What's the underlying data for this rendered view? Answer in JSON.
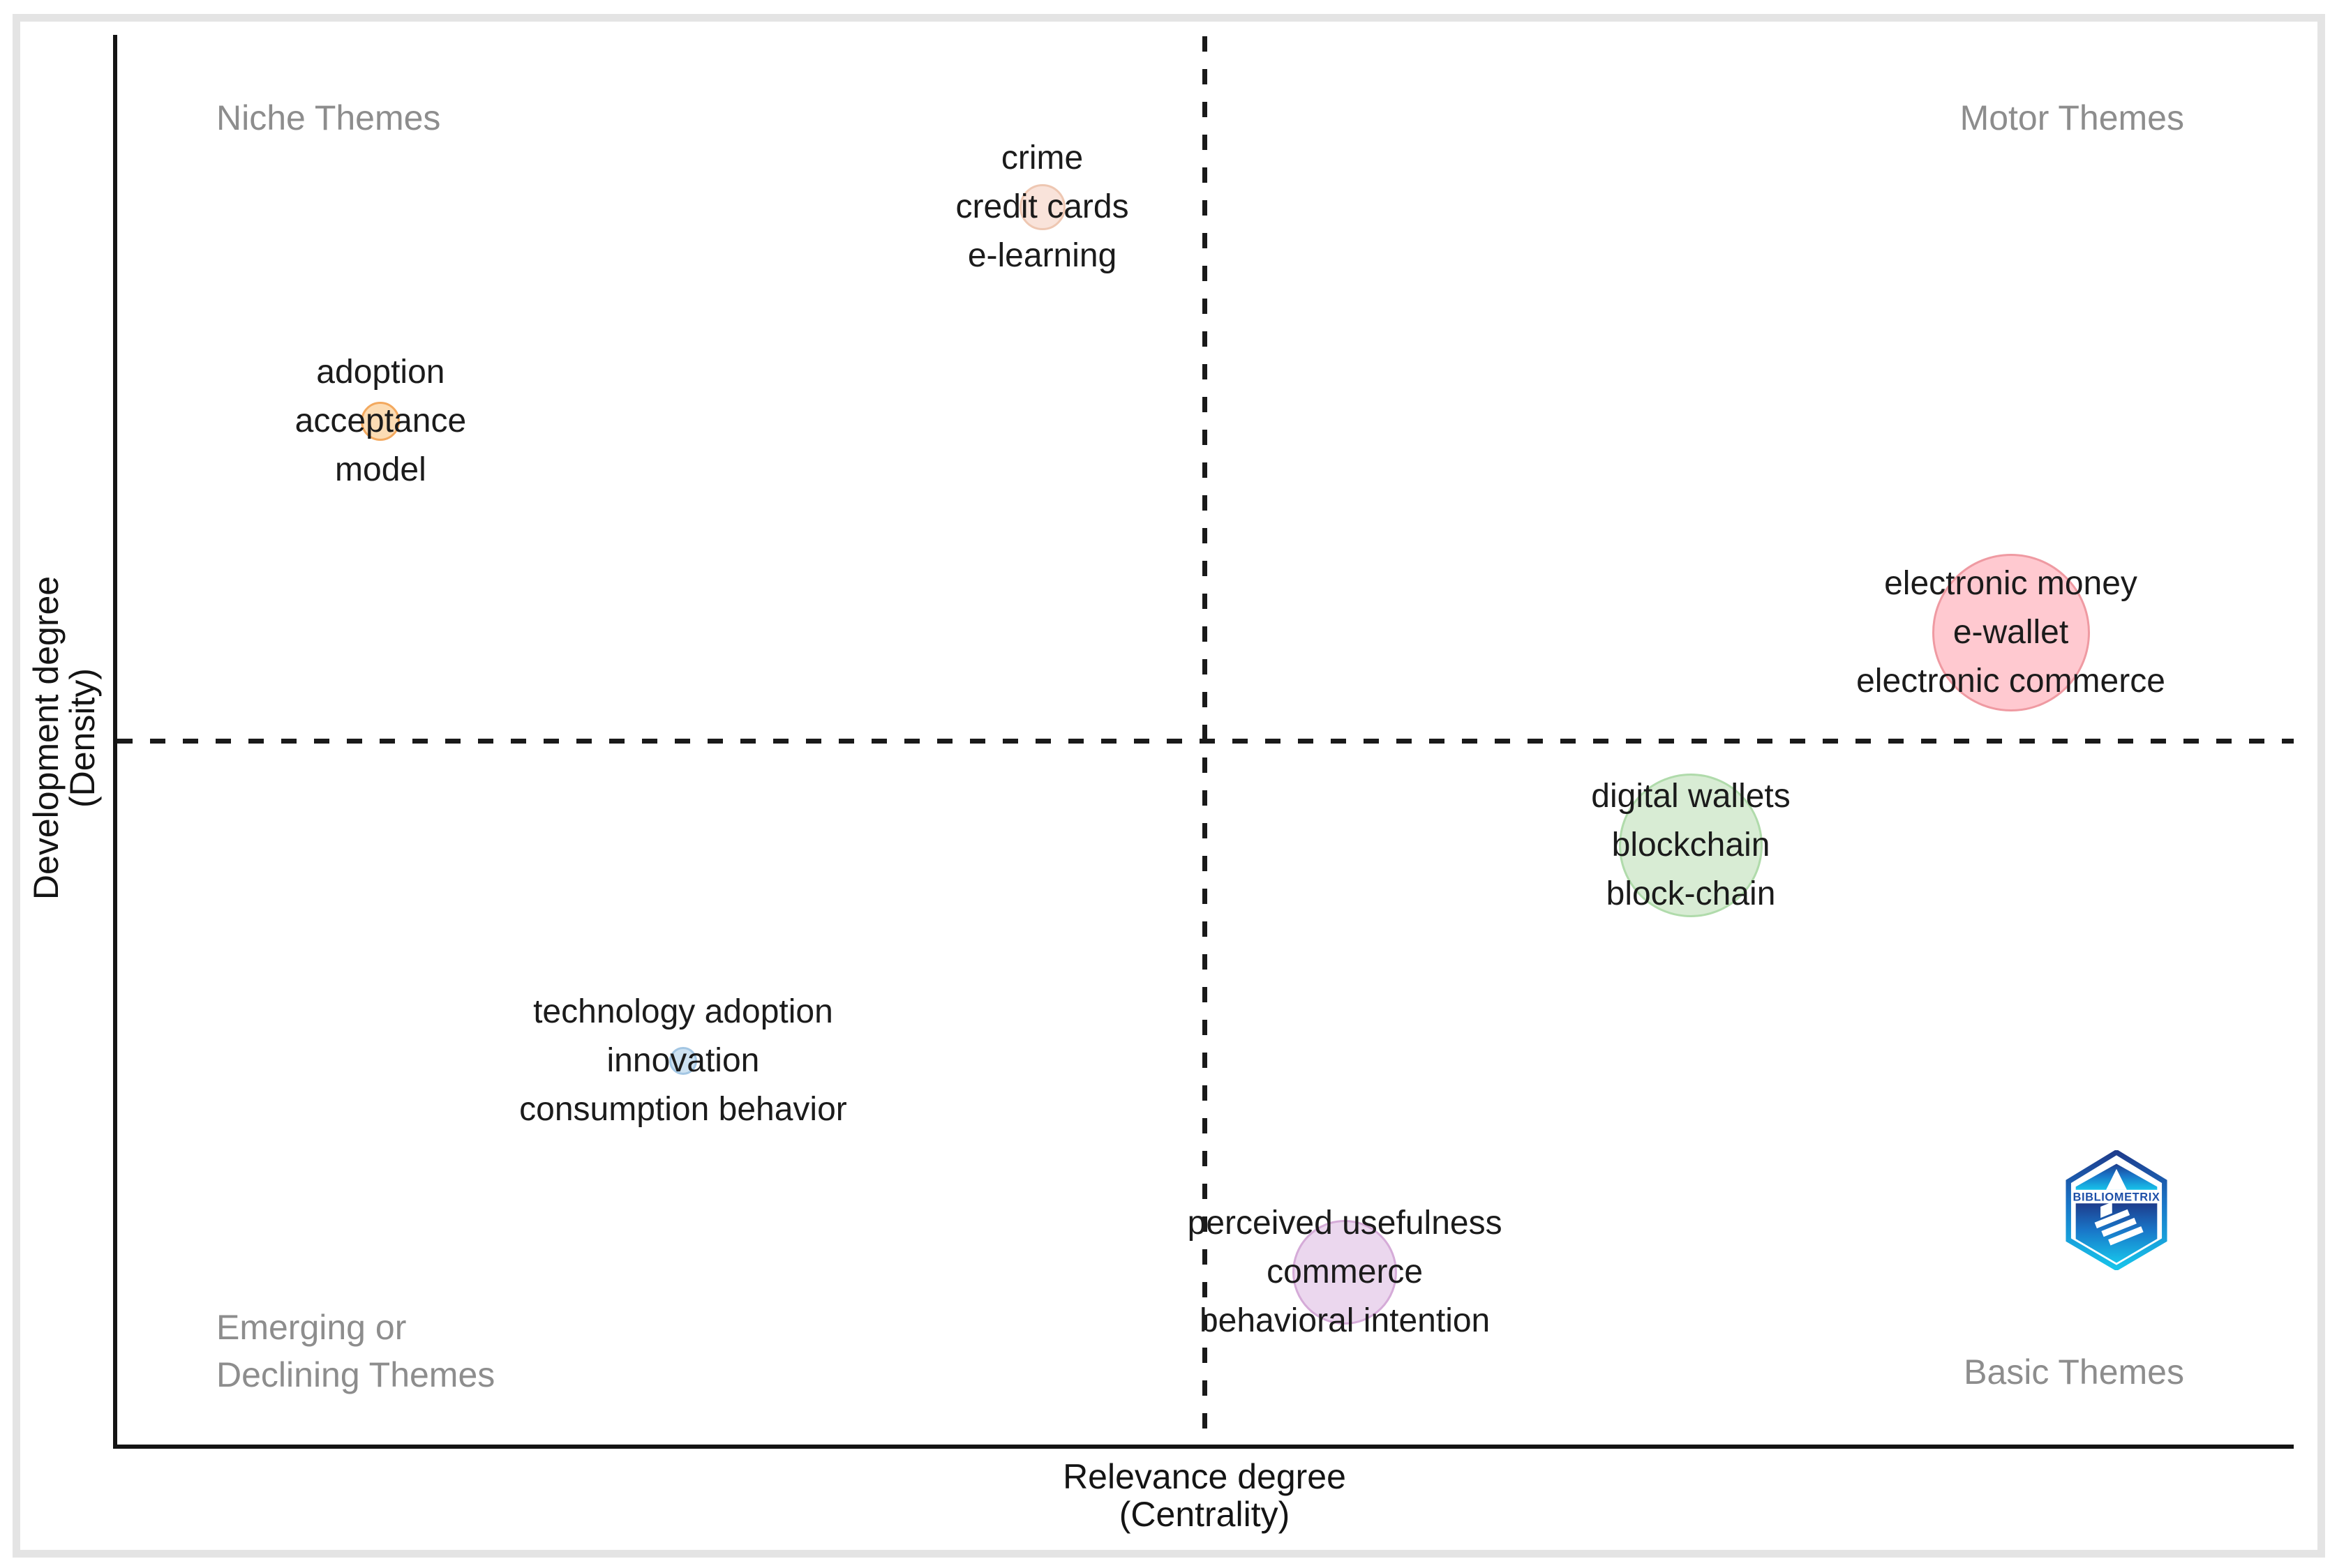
{
  "axes": {
    "x_label_line1": "Relevance degree",
    "x_label_line2": "(Centrality)",
    "y_label_line1": "Development degree",
    "y_label_line2": "(Density)"
  },
  "quadrants": {
    "top_left": "Niche Themes",
    "top_right": "Motor Themes",
    "bottom_left_line1": "Emerging or",
    "bottom_left_line2": "Declining Themes",
    "bottom_right": "Basic Themes"
  },
  "logo": {
    "text": "BIBLIOMETRIX",
    "colors": {
      "dark_blue": "#1e3c8c",
      "mid_blue": "#1976c8",
      "cyan": "#17c3ea",
      "text_blue": "#1d4fa8"
    }
  },
  "colors": {
    "axis": "#141414",
    "dashed_line": "#1a1a1a",
    "quadrant_label": "#8d8d8d",
    "cluster_text": "#1b1b1b",
    "frame": "#e4e4e4"
  },
  "chart_data": {
    "type": "scatter",
    "subtype": "bubble-thematic-map",
    "title": "",
    "xlabel": "Relevance degree (Centrality)",
    "ylabel": "Development degree (Density)",
    "xlim": [
      0,
      1
    ],
    "ylim": [
      0,
      1
    ],
    "grid": false,
    "quadrant_divider_x": 0.499,
    "quadrant_divider_y": 0.5,
    "quadrant_labels": [
      "Niche Themes",
      "Motor Themes",
      "Emerging or Declining Themes",
      "Basic Themes"
    ],
    "clusters": [
      {
        "id": "crime",
        "label_lines": [
          "crime",
          "credit cards",
          "e-learning"
        ],
        "centrality": 0.425,
        "density": 0.878,
        "radius_px": 30,
        "fill": "#f9e3da",
        "stroke": "#eec7b2",
        "quadrant": "Niche Themes"
      },
      {
        "id": "adoption",
        "label_lines": [
          "adoption",
          "acceptance",
          "model"
        ],
        "centrality": 0.121,
        "density": 0.726,
        "radius_px": 25,
        "fill": "#fcdcb4",
        "stroke": "#f3a95f",
        "quadrant": "Niche Themes"
      },
      {
        "id": "electronic-money",
        "label_lines": [
          "electronic money",
          "e-wallet",
          "electronic commerce"
        ],
        "centrality": 0.87,
        "density": 0.576,
        "radius_px": 110,
        "fill": "#ffc9d0",
        "stroke": "#ef9aa2",
        "quadrant": "Motor Themes"
      },
      {
        "id": "digital-wallets",
        "label_lines": [
          "digital wallets",
          "blockchain",
          "block-chain"
        ],
        "centrality": 0.723,
        "density": 0.425,
        "radius_px": 100,
        "fill": "#d8ecd4",
        "stroke": "#b0dbab",
        "quadrant": "Basic Themes"
      },
      {
        "id": "technology-adoption",
        "label_lines": [
          "technology adoption",
          "innovation",
          "consumption behavior"
        ],
        "centrality": 0.26,
        "density": 0.272,
        "radius_px": 17,
        "fill": "#cde2f2",
        "stroke": "#a3c6e3",
        "quadrant": "Emerging or Declining Themes"
      },
      {
        "id": "perceived-usefulness",
        "label_lines": [
          "perceived usefulness",
          "commerce",
          "behavioral intention"
        ],
        "centrality": 0.564,
        "density": 0.122,
        "radius_px": 72,
        "fill": "#ebd7ee",
        "stroke": "#d5abd8",
        "quadrant": "Basic Themes"
      }
    ]
  }
}
